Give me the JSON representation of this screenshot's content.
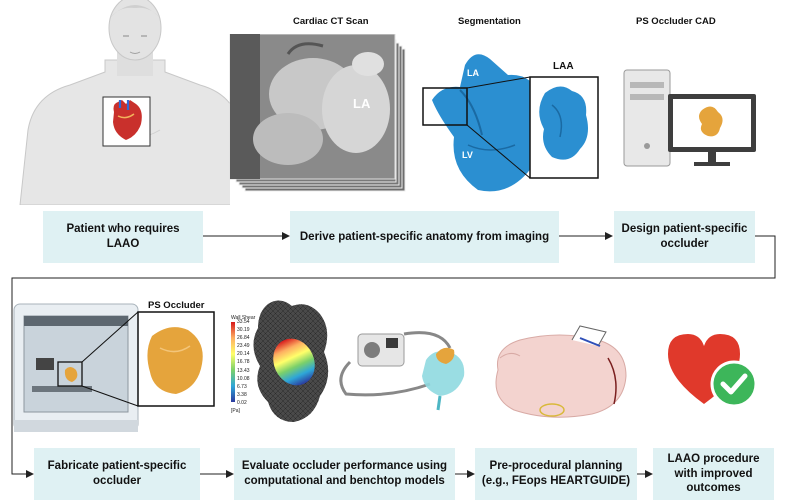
{
  "steps": {
    "patient": "Patient who requires LAAO",
    "derive": "Derive patient-specific anatomy from imaging",
    "design": "Design patient-specific occluder",
    "fabricate": "Fabricate patient-specific occluder",
    "evaluate": "Evaluate occluder performance using computational and benchtop models",
    "plan": "Pre-procedural planning (e.g., FEops HEARTGUIDE)",
    "outcome": "LAAO procedure with improved outcomes"
  },
  "captions": {
    "ct": "Cardiac CT Scan",
    "segmentation": "Segmentation",
    "cad": "PS Occluder CAD",
    "occluder": "PS Occluder"
  },
  "image_labels": {
    "ct_la": "LA",
    "seg_la": "LA",
    "seg_lv": "LV",
    "laa": "LAA"
  },
  "legend": {
    "title": "Wall Shear",
    "values": [
      "33.54",
      "30.19",
      "26.84",
      "23.49",
      "20.14",
      "16.78",
      "13.43",
      "10.08",
      "6.73",
      "3.38",
      "0.02"
    ],
    "unit": "[Pa]"
  },
  "colors": {
    "box_fill": "#dff1f3",
    "segmentation": "#2b8fd1",
    "occluder": "#e5a43c",
    "heart": "#e0392b",
    "check": "#3db65a"
  }
}
